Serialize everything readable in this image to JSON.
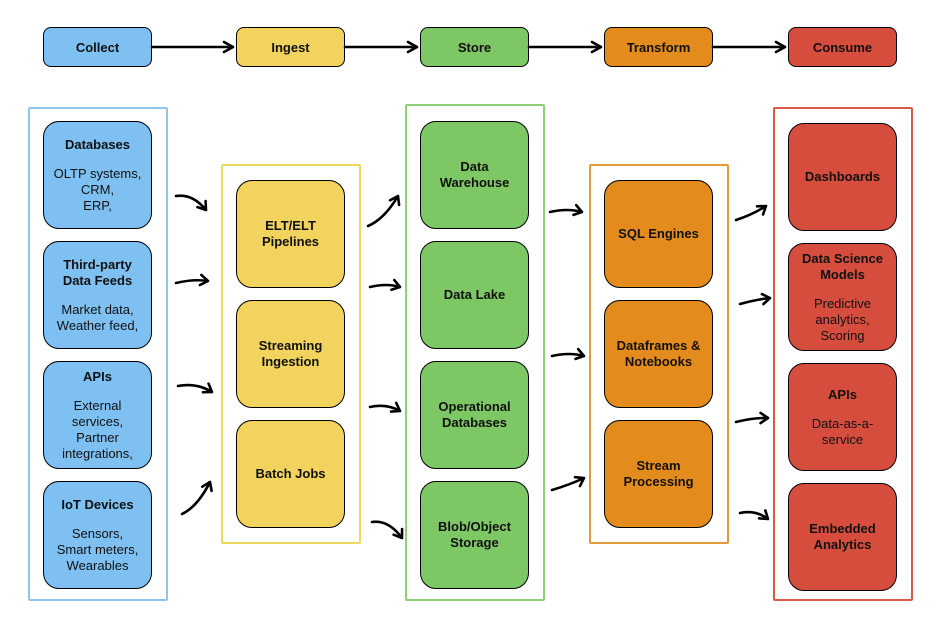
{
  "stages": [
    {
      "label": "Collect",
      "color": "#7ec0f2"
    },
    {
      "label": "Ingest",
      "color": "#f2d35d"
    },
    {
      "label": "Store",
      "color": "#7dc765"
    },
    {
      "label": "Transform",
      "color": "#e38b1c"
    },
    {
      "label": "Consume",
      "color": "#d64d3d"
    }
  ],
  "columns": [
    {
      "stage": "Collect",
      "border_color": "#8ec5f0",
      "cards": [
        {
          "title": "Databases",
          "subtitle": "OLTP systems,\nCRM,\nERP,"
        },
        {
          "title": "Third-party\nData Feeds",
          "subtitle": "Market data,\nWeather feed,"
        },
        {
          "title": "APIs",
          "subtitle": "External\nservices,\nPartner\nintegrations,"
        },
        {
          "title": "IoT Devices",
          "subtitle": "Sensors,\nSmart meters,\nWearables"
        }
      ]
    },
    {
      "stage": "Ingest",
      "border_color": "#f0d75e",
      "cards": [
        {
          "title": "ELT/ELT\nPipelines",
          "subtitle": ""
        },
        {
          "title": "Streaming\nIngestion",
          "subtitle": ""
        },
        {
          "title": "Batch Jobs",
          "subtitle": ""
        }
      ]
    },
    {
      "stage": "Store",
      "border_color": "#8fcf78",
      "cards": [
        {
          "title": "Data\nWarehouse",
          "subtitle": ""
        },
        {
          "title": "Data Lake",
          "subtitle": ""
        },
        {
          "title": "Operational\nDatabases",
          "subtitle": ""
        },
        {
          "title": "Blob/Object\nStorage",
          "subtitle": ""
        }
      ]
    },
    {
      "stage": "Transform",
      "border_color": "#e39a38",
      "cards": [
        {
          "title": "SQL Engines",
          "subtitle": ""
        },
        {
          "title": "Dataframes &\nNotebooks",
          "subtitle": ""
        },
        {
          "title": "Stream\nProcessing",
          "subtitle": ""
        }
      ]
    },
    {
      "stage": "Consume",
      "border_color": "#d65a48",
      "cards": [
        {
          "title": "Dashboards",
          "subtitle": ""
        },
        {
          "title": "Data Science\nModels",
          "subtitle": "Predictive\nanalytics,\nScoring"
        },
        {
          "title": "APIs",
          "subtitle": "Data-as-a-\nservice"
        },
        {
          "title": "Embedded\nAnalytics",
          "subtitle": ""
        }
      ]
    }
  ]
}
